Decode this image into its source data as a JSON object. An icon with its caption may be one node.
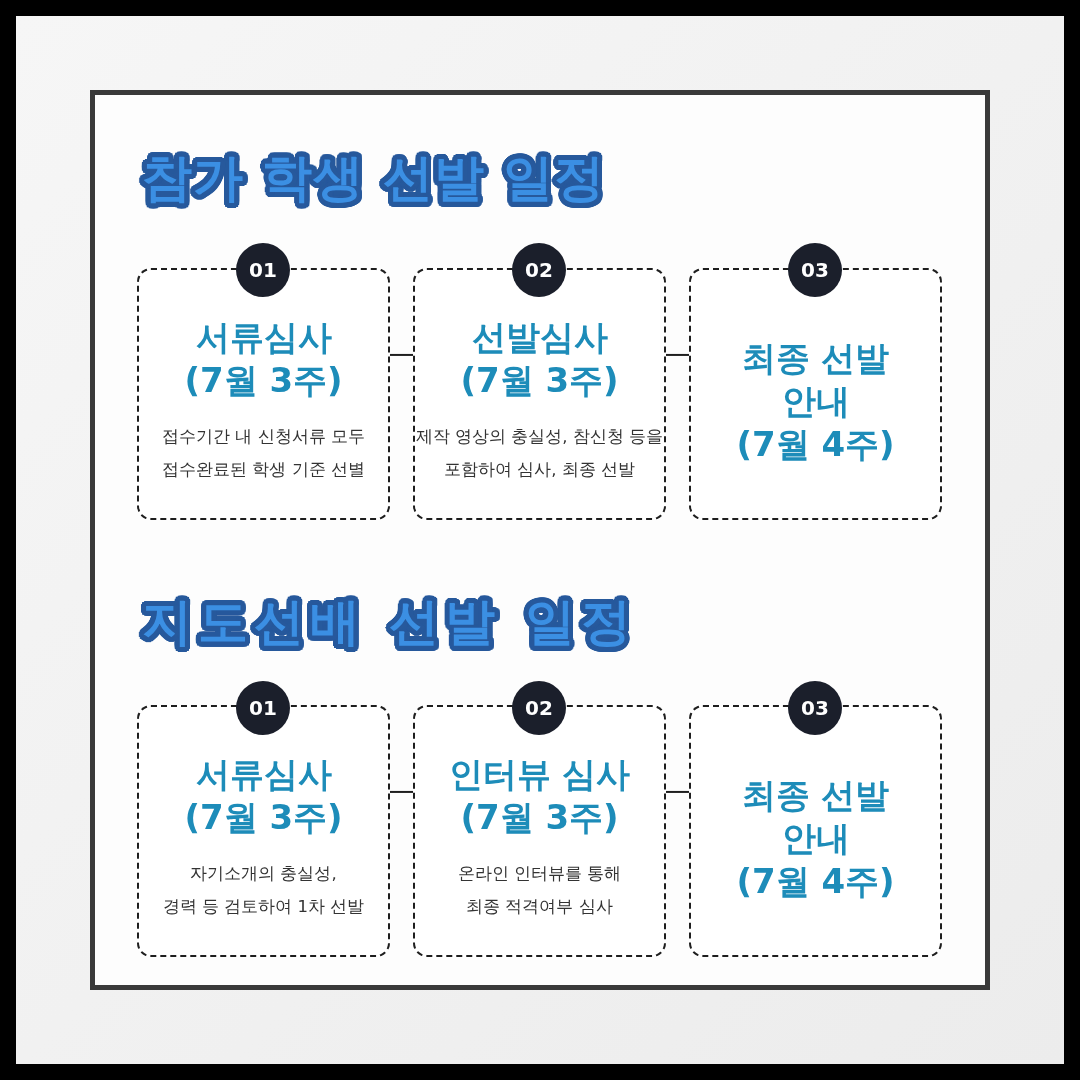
{
  "diagram": {
    "nodes": [
      {
        "text": [
          "01"
        ]
      },
      {
        "text": [
          "서류심사",
          "(7월 3주)",
          "접수기간 내 신청서류 모두 접수완료된 학생 기준 선별"
        ]
      },
      {
        "text": [
          "02"
        ]
      },
      {
        "text": [
          "선발심사",
          "(7월 3주)",
          "제작 영상의 충실성, 참신청 등을 포함하여 심사, 최종 선발"
        ]
      },
      {
        "text": [
          "03"
        ]
      },
      {
        "text": [
          "최종 선발 안내",
          "(7월 4주)"
        ]
      },
      {
        "text": [
          "01"
        ]
      },
      {
        "text": [
          "서류심사",
          "(7월 3주)",
          "자기소개의 충실성, 경력 등 검토하여 1차 선발"
        ]
      },
      {
        "text": [
          "02"
        ]
      },
      {
        "text": [
          "인터뷰 심사",
          "(7월 3주)",
          "온라인 인터뷰를 통해 최종 적격여부 심사"
        ]
      },
      {
        "text": [
          "03"
        ]
      },
      {
        "text": [
          "최종 선발 안내",
          "(7월 4주)"
        ]
      }
    ],
    "edges": [
      {
        "from": 1,
        "to": 3,
        "arrow": "none"
      },
      {
        "from": 3,
        "to": 5,
        "arrow": "none"
      },
      {
        "from": 7,
        "to": 9,
        "arrow": "none"
      },
      {
        "from": 9,
        "to": 11,
        "arrow": "none"
      }
    ],
    "labels": [
      "참가 학생 선발 일정",
      "지도선배 선발 일정"
    ]
  }
}
